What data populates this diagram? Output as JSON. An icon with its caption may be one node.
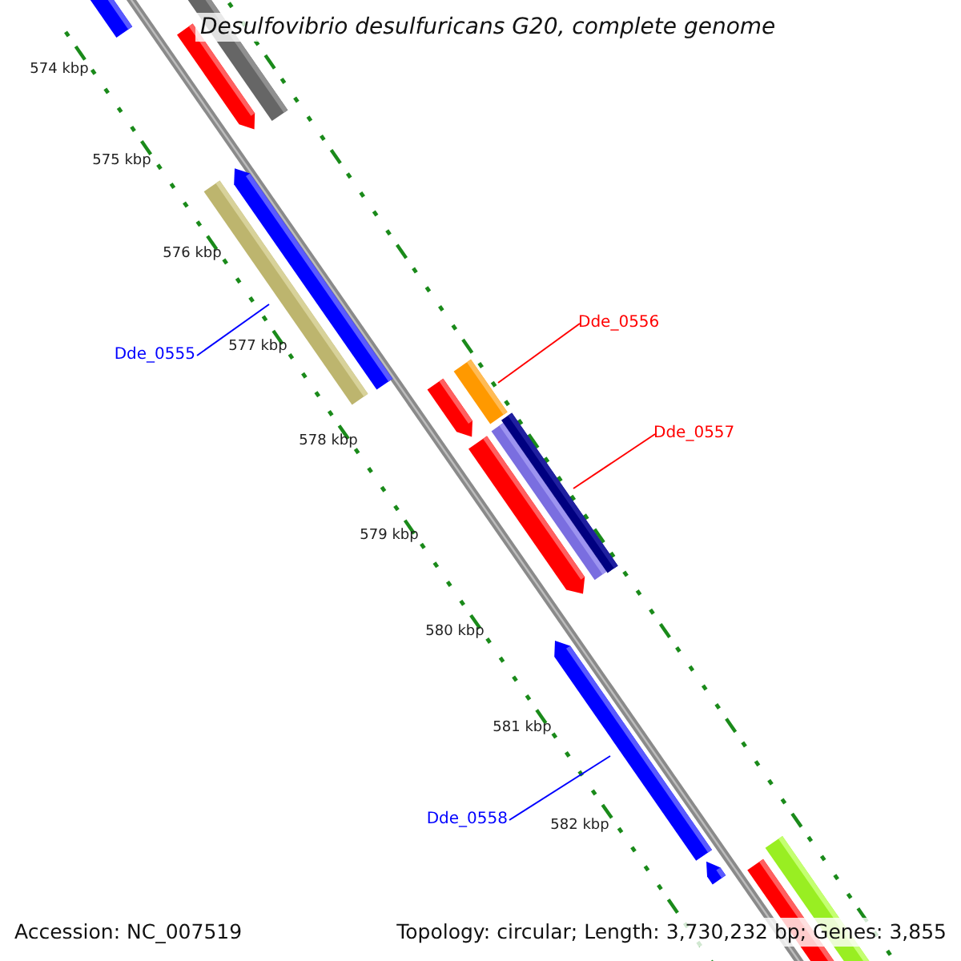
{
  "diagram": {
    "title": "Desulfovibrio desulfuricans G20, complete genome",
    "nodes": [
      {
        "text": [
          "Dde_0555"
        ]
      },
      {
        "text": [],
        "shape": "bar"
      },
      {
        "text": [
          "Dde_0556"
        ]
      },
      {
        "text": [],
        "shape": "bar"
      },
      {
        "text": [
          "Dde_0557"
        ]
      },
      {
        "text": [],
        "shape": "bar"
      },
      {
        "text": [
          "Dde_0558"
        ]
      },
      {
        "text": [],
        "shape": "bar"
      }
    ],
    "edges": [
      {
        "from": 0,
        "to": 1,
        "arrow": "none",
        "color": "#0000ff"
      },
      {
        "from": 2,
        "to": 3,
        "arrow": "none",
        "color": "#ff0000"
      },
      {
        "from": 4,
        "to": 5,
        "arrow": "none",
        "color": "#ff0000"
      },
      {
        "from": 6,
        "to": 7,
        "arrow": "none",
        "color": "#0000ff"
      }
    ],
    "labels": [
      "574 kbp",
      "575 kbp",
      "576 kbp",
      "577 kbp",
      "578 kbp",
      "579 kbp",
      "580 kbp",
      "581 kbp",
      "582 kbp",
      "Accession: NC_007519",
      "Topology: circular; Length: 3,730,232 bp; Genes: 3,855"
    ]
  }
}
